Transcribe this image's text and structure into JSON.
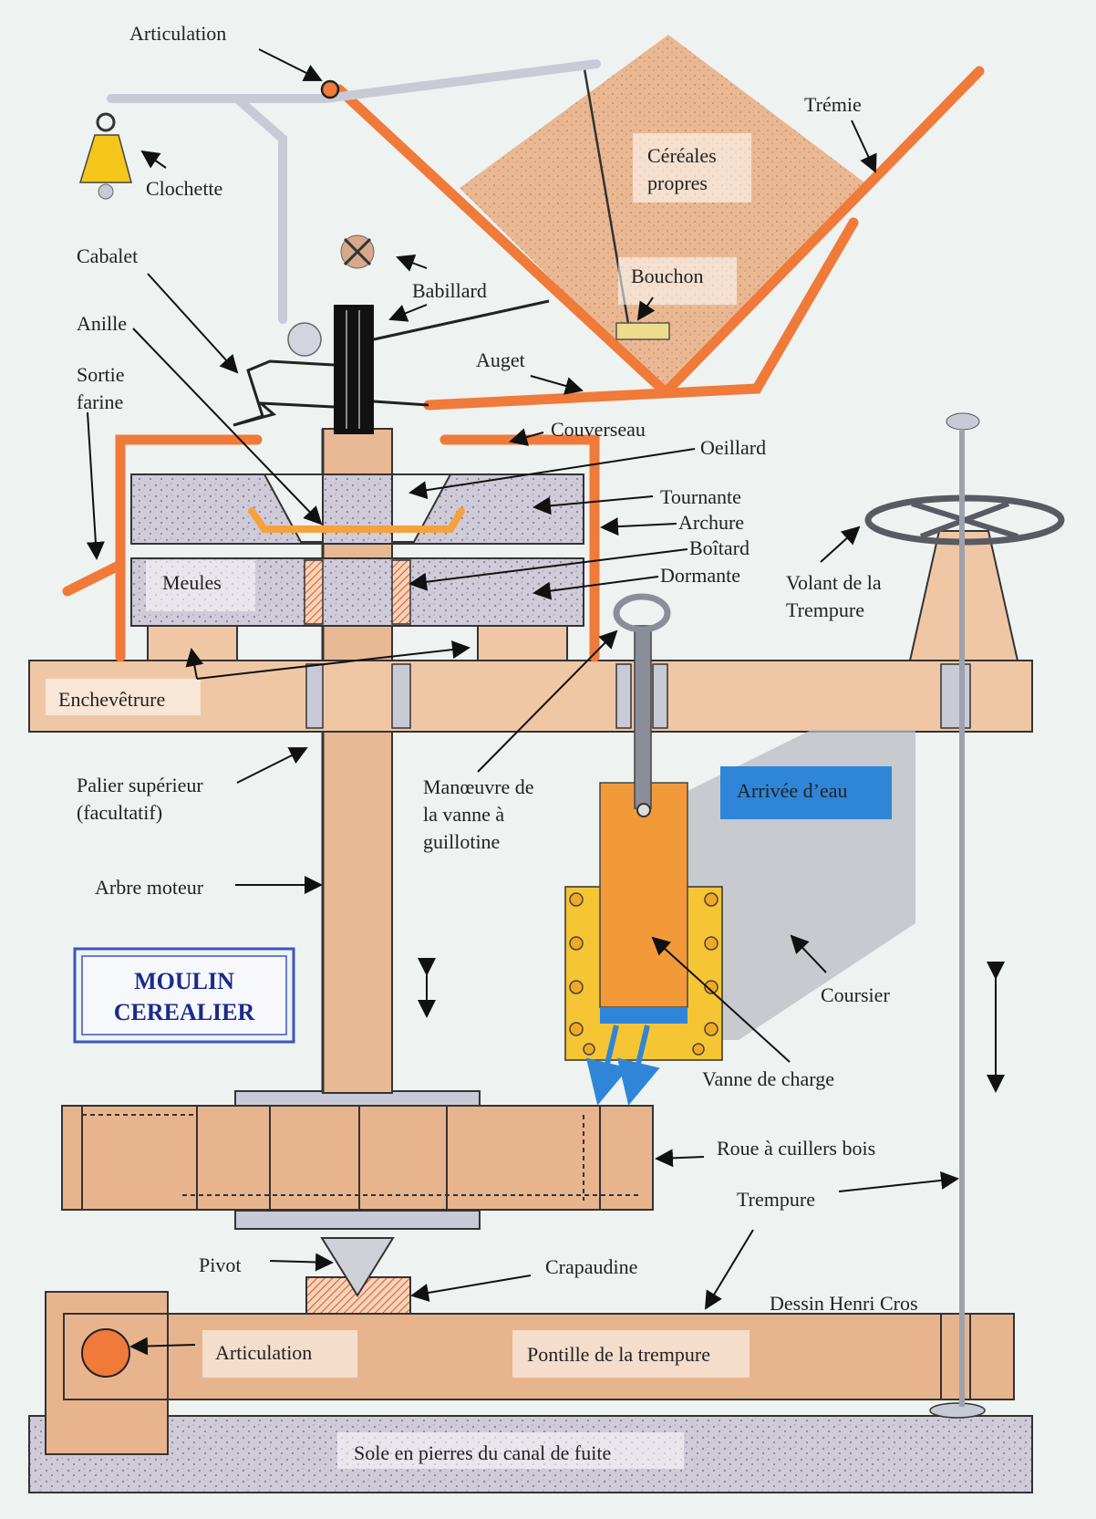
{
  "title": [
    "MOULIN",
    "CEREALIER"
  ],
  "author": "Dessin Henri Cros",
  "labels": {
    "articulation_top": "Articulation",
    "clochette": "Clochette",
    "cabalet": "Cabalet",
    "anille": "Anille",
    "sortie_farine": [
      "Sortie",
      "farine"
    ],
    "babillard": "Babillard",
    "tremie": "Trémie",
    "cereales": [
      "Céréales",
      "propres"
    ],
    "bouchon": "Bouchon",
    "auget": "Auget",
    "couverseau": "Couverseau",
    "oeillard": "Oeillard",
    "tournante": "Tournante",
    "archure": "Archure",
    "boitard": "Boîtard",
    "dormante": "Dormante",
    "meules": "Meules",
    "volant": [
      "Volant de la",
      "Trempure"
    ],
    "enchevetrure": "Enchevêtrure",
    "palier": [
      "Palier supérieur",
      "(facultatif)"
    ],
    "manoeuvre": [
      "Manœuvre de",
      "la vanne à",
      "guillotine"
    ],
    "arrivee_eau": "Arrivée d’eau",
    "arbre_moteur": "Arbre moteur",
    "coursier": "Coursier",
    "vanne_charge": "Vanne de charge",
    "roue": "Roue à cuillers bois",
    "trempure": "Trempure",
    "pivot": "Pivot",
    "crapaudine": "Crapaudine",
    "articulation_bottom": "Articulation",
    "pontille": "Pontille de la trempure",
    "sole": "Sole en pierres du canal de fuite"
  },
  "colors": {
    "background": "#eef2f1",
    "wood": "#e8b48e",
    "orange": "#f07a3a",
    "stone": "#c9c6d3",
    "grain": "#e8b08a",
    "water": "#2f86d8",
    "gate": "#f29a3a",
    "frame": "#f6c533",
    "title_border": "#3a55c0"
  }
}
